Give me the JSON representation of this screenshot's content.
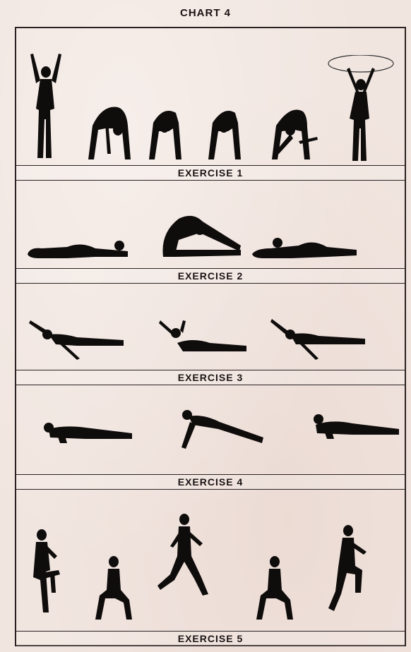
{
  "chart_title": "CHART 4",
  "exercises": [
    {
      "label": "EXERCISE 1"
    },
    {
      "label": "EXERCISE 2"
    },
    {
      "label": "EXERCISE 3"
    },
    {
      "label": "EXERCISE 4"
    },
    {
      "label": "EXERCISE 5"
    }
  ]
}
